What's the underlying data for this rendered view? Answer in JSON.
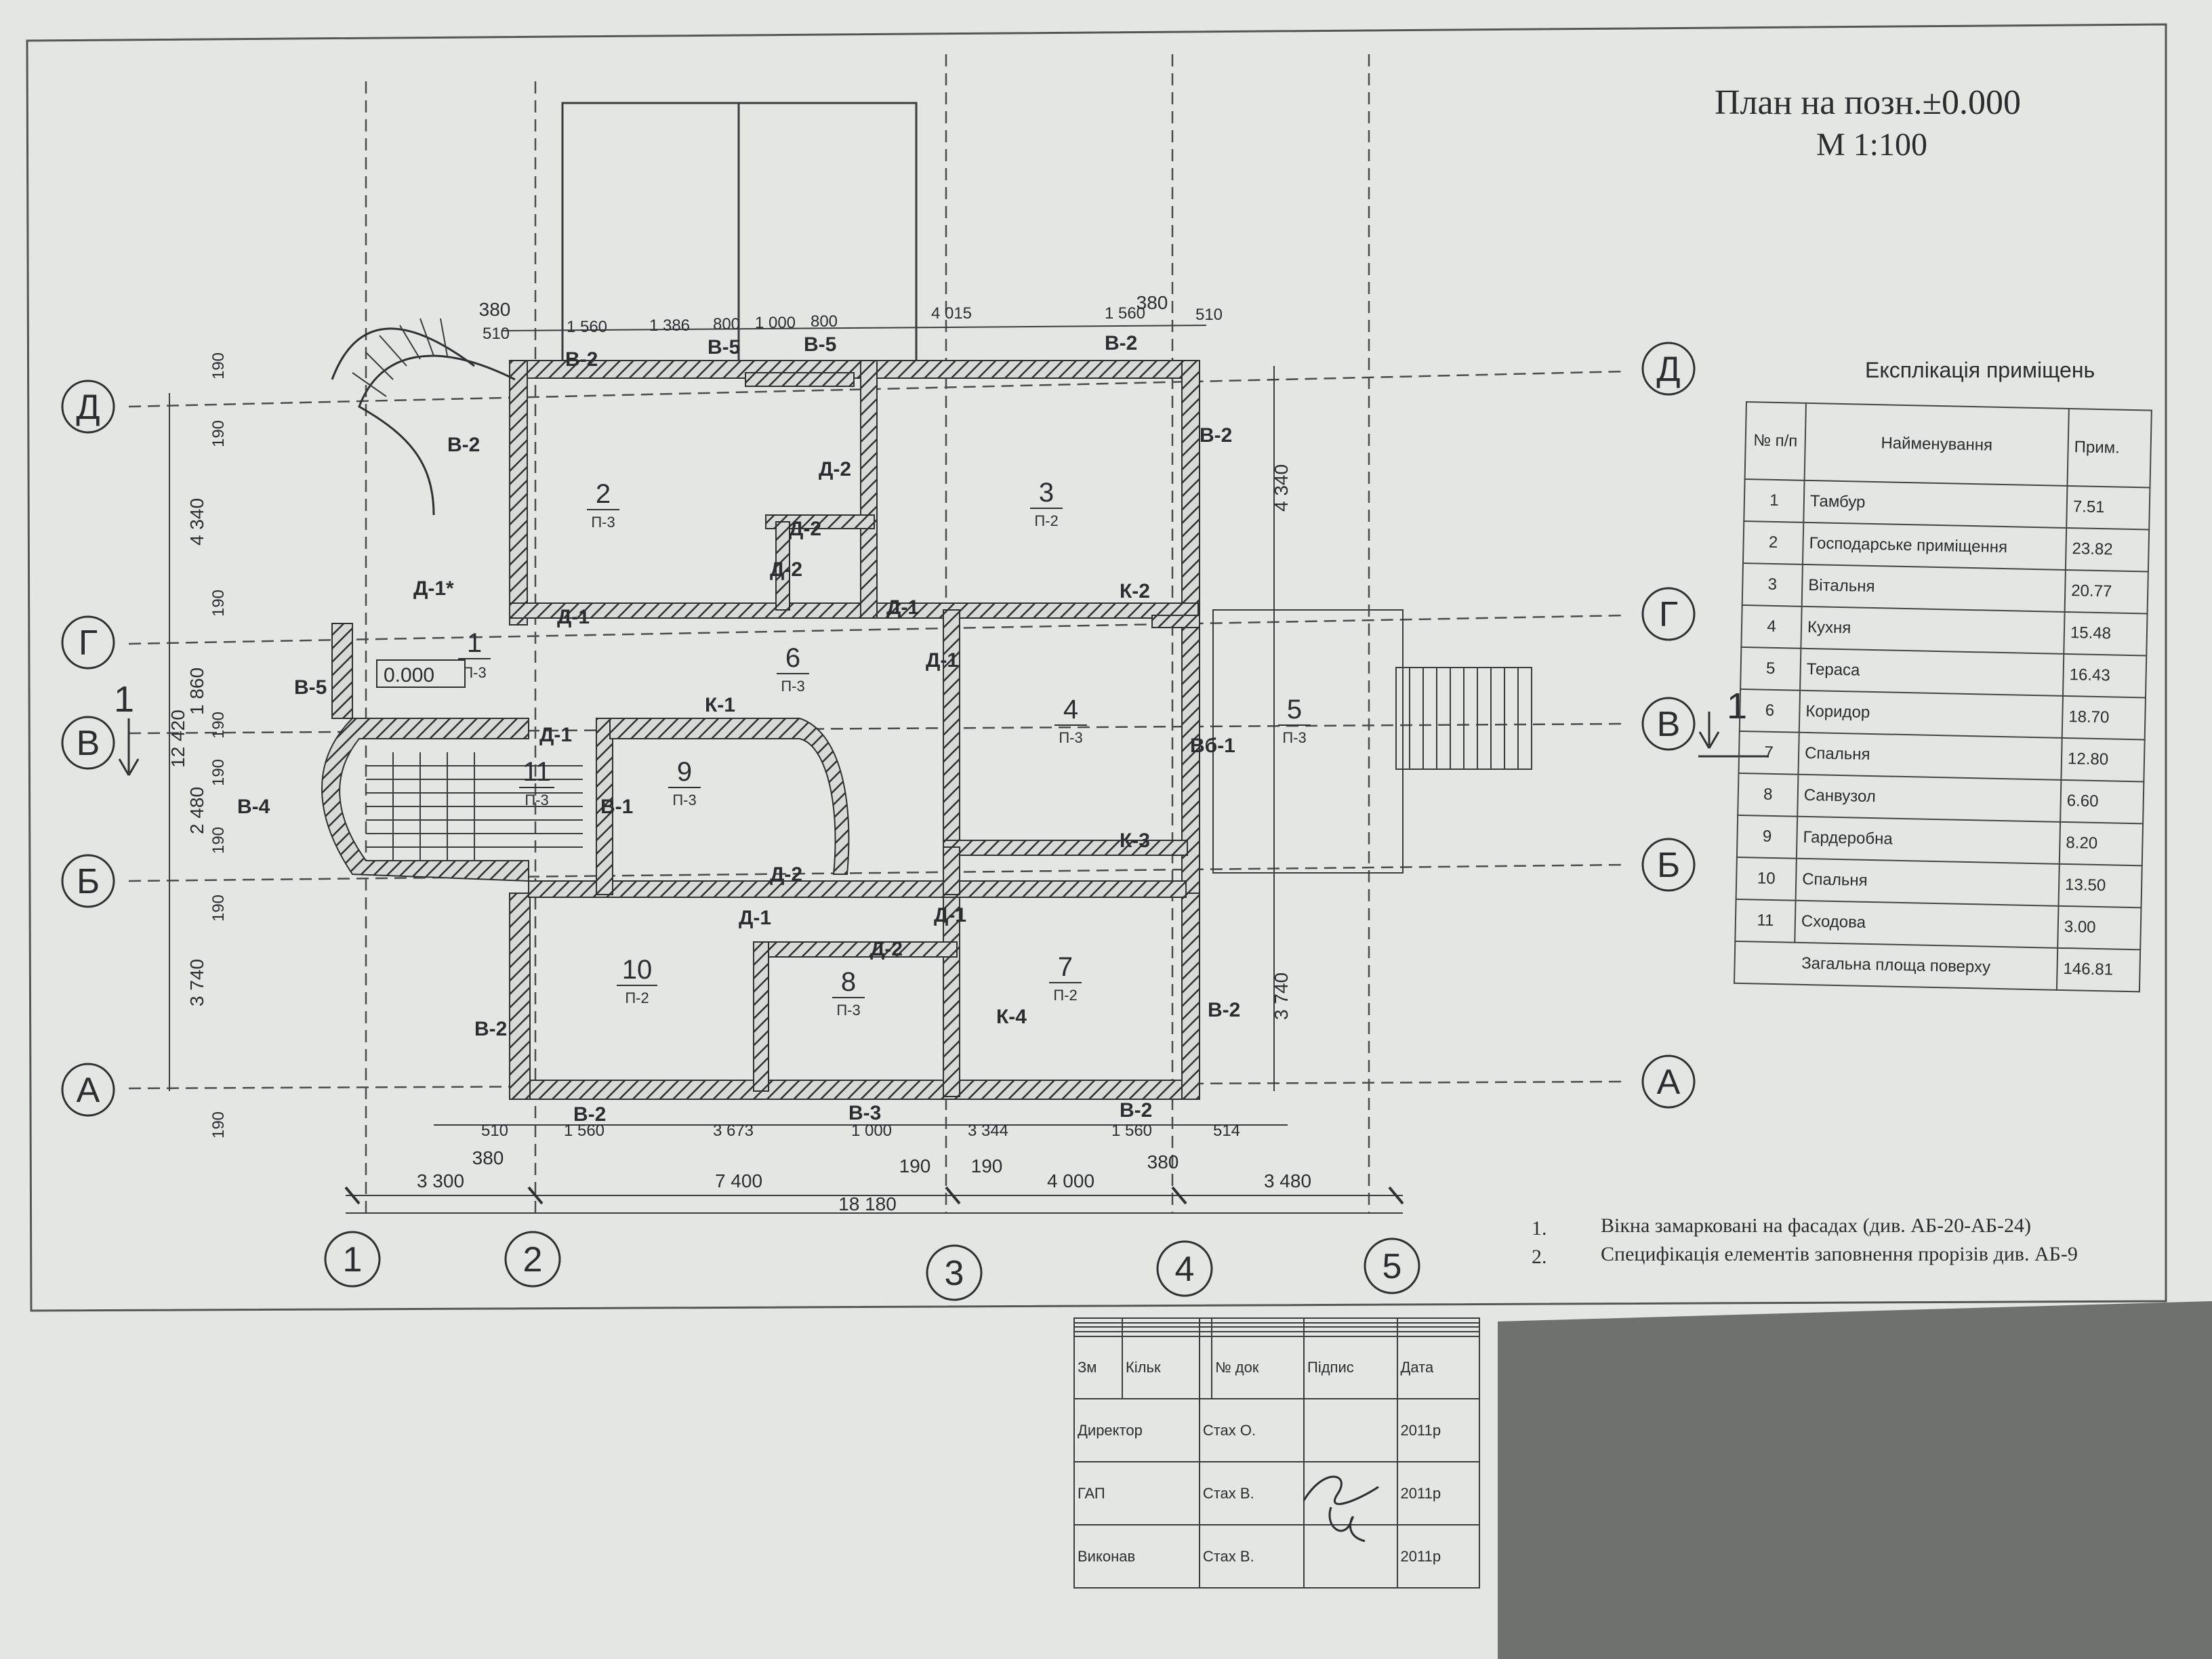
{
  "title": {
    "line1": "План на позн.±0.000",
    "line2": "М 1:100"
  },
  "explication": {
    "title": "Експлікація приміщень",
    "headers": {
      "num": "№ п/п",
      "name": "Найменування",
      "note": "Прим."
    },
    "rows": [
      {
        "num": "1",
        "name": "Тамбур",
        "area": "7.51"
      },
      {
        "num": "2",
        "name": "Господарське приміщення",
        "area": "23.82"
      },
      {
        "num": "3",
        "name": "Вітальня",
        "area": "20.77"
      },
      {
        "num": "4",
        "name": "Кухня",
        "area": "15.48"
      },
      {
        "num": "5",
        "name": "Тераса",
        "area": "16.43"
      },
      {
        "num": "6",
        "name": "Коридор",
        "area": "18.70"
      },
      {
        "num": "7",
        "name": "Спальня",
        "area": "12.80"
      },
      {
        "num": "8",
        "name": "Санвузол",
        "area": "6.60"
      },
      {
        "num": "9",
        "name": "Гардеробна",
        "area": "8.20"
      },
      {
        "num": "10",
        "name": "Спальня",
        "area": "13.50"
      },
      {
        "num": "11",
        "name": "Сходова",
        "area": "3.00"
      }
    ],
    "total_label": "Загальна площа поверху",
    "total_value": "146.81"
  },
  "notes": [
    {
      "num": "1.",
      "text": "Вікна замарковані на фасадах (див. АБ-20-АБ-24)"
    },
    {
      "num": "2.",
      "text": "Специфікація елементів заповнення прорізів див. АБ-9"
    }
  ],
  "axes": {
    "columns": [
      "1",
      "2",
      "3",
      "4",
      "5"
    ],
    "rows": [
      "Д",
      "Г",
      "В",
      "Б",
      "А"
    ]
  },
  "dims": {
    "bottom_spans": [
      "3 300",
      "7 400",
      "4 000",
      "3 480"
    ],
    "bottom_total": "18 180",
    "bottom_wall": [
      "380",
      "190",
      "190",
      "380"
    ],
    "bottom_inner": [
      "510",
      "1 560",
      "3 673",
      "1 000",
      "3 344",
      "1 560",
      "514"
    ],
    "top_inner": [
      "510",
      "1 560",
      "1 386",
      "800",
      "1 000",
      "800",
      "4 015",
      "1 560",
      "510"
    ],
    "top_wall": [
      "380",
      "380"
    ],
    "left_spans": [
      "4 340",
      "1 860",
      "2 480",
      "3 740"
    ],
    "left_total": "12 420",
    "left_small": [
      "190",
      "190",
      "190",
      "190",
      "190",
      "190",
      "190",
      "190"
    ],
    "right_spans": [
      "4 340",
      "3 740"
    ]
  },
  "rooms": [
    {
      "num": "1",
      "floor": "П-3"
    },
    {
      "num": "2",
      "floor": "П-3"
    },
    {
      "num": "3",
      "floor": "П-2"
    },
    {
      "num": "4",
      "floor": "П-3"
    },
    {
      "num": "5",
      "floor": "П-3"
    },
    {
      "num": "6",
      "floor": "П-3"
    },
    {
      "num": "7",
      "floor": "П-2"
    },
    {
      "num": "8",
      "floor": "П-3"
    },
    {
      "num": "9",
      "floor": "П-3"
    },
    {
      "num": "10",
      "floor": "П-2"
    },
    {
      "num": "11",
      "floor": "П-3"
    }
  ],
  "marks": {
    "b2": "В-2",
    "b5": "В-5",
    "b4": "В-4",
    "b3": "В-3",
    "b1": "В-1",
    "vb1": "Вб-1",
    "d1": "Д-1",
    "d2": "Д-2",
    "d1star": "Д-1*",
    "k1": "К-1",
    "k2": "К-2",
    "k3": "К-3",
    "k4": "К-4",
    "level": "0.000",
    "section": "1"
  },
  "title_block": {
    "headers": [
      "Зм",
      "Кільк",
      "№ док",
      "Підпис",
      "Дата"
    ],
    "rows": [
      {
        "role": "Директор",
        "name": "Стах О.",
        "date": "2011р"
      },
      {
        "role": "ГАП",
        "name": "Стах В.",
        "date": "2011р"
      },
      {
        "role": "Виконав",
        "name": "Стах В.",
        "date": "2011р"
      }
    ]
  },
  "colors": {
    "paper": "#e4e6e4",
    "ink": "#2b2d30",
    "background": "#6f716e"
  }
}
